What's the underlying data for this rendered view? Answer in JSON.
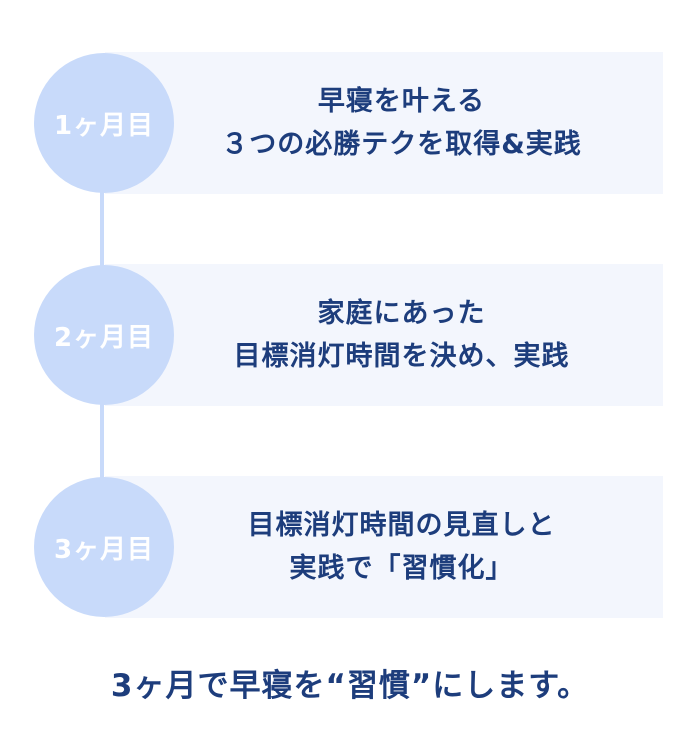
{
  "steps": [
    {
      "month_label": "1ヶ月目",
      "line1": "早寝を叶える",
      "line2": "３つの必勝テクを取得&実践"
    },
    {
      "month_label": "2ヶ月目",
      "line1": "家庭にあった",
      "line2": "目標消灯時間を決め、実践"
    },
    {
      "month_label": "3ヶ月目",
      "line1": "目標消灯時間の見直しと",
      "line2": "実践で「習慣化」"
    }
  ],
  "summary": "3ヶ月で早寝を“習慣”にします。",
  "colors": {
    "accent_circle": "#c8dafa",
    "panel_bg": "#f3f6fd",
    "text_navy": "#1d3d7c"
  }
}
